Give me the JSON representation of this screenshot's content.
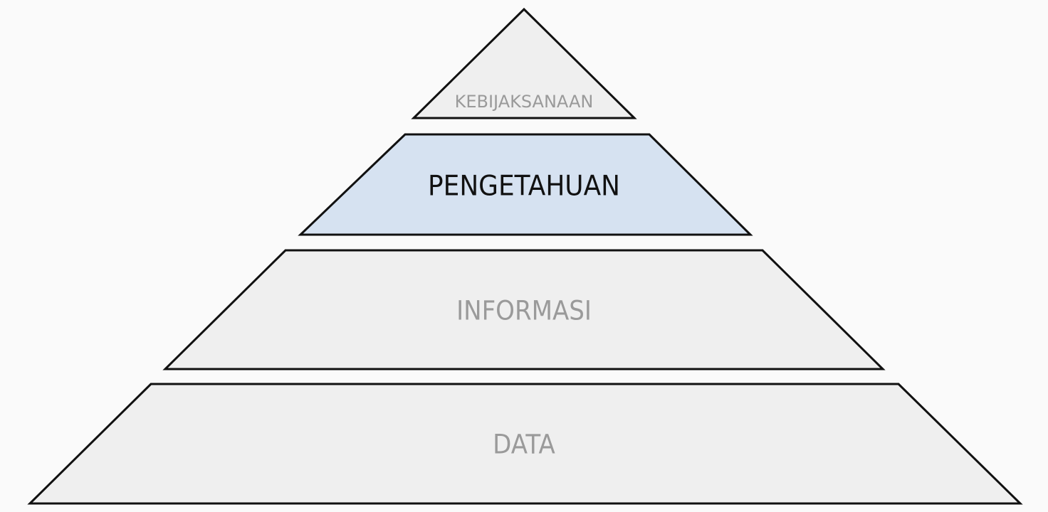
{
  "diagram": {
    "type": "pyramid",
    "levels": [
      {
        "label": "KEBIJAKSANAAN",
        "fill": "#efefef",
        "text_color": "#9a9a9a",
        "highlighted": false
      },
      {
        "label": "PENGETAHUAN",
        "fill": "#d6e2f1",
        "text_color": "#111111",
        "highlighted": true
      },
      {
        "label": "INFORMASI",
        "fill": "#efefef",
        "text_color": "#9a9a9a",
        "highlighted": false
      },
      {
        "label": "DATA",
        "fill": "#efefef",
        "text_color": "#9a9a9a",
        "highlighted": false
      }
    ],
    "stroke_color": "#111111",
    "background": "#fafafa"
  }
}
